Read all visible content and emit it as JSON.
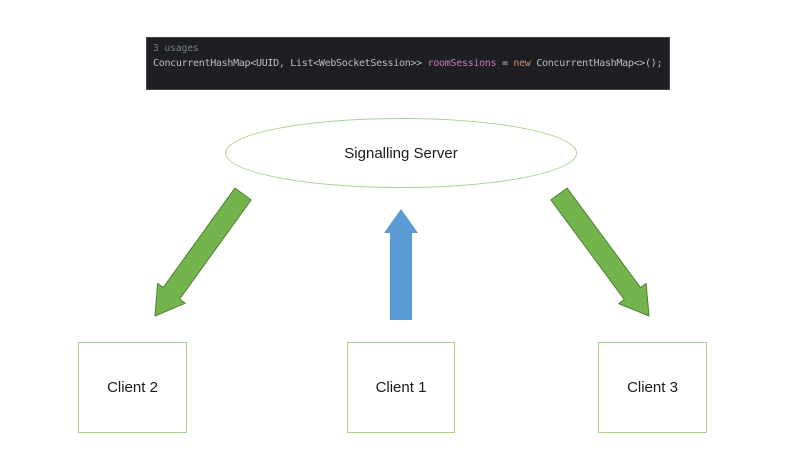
{
  "code_snippet": {
    "usages_label": "3 usages",
    "part1": "ConcurrentHashMap<UUID, List<WebSocketSession>> ",
    "field": "roomSessions",
    "part2": " = ",
    "keyword": "new",
    "part3": " ConcurrentHashMap<>();",
    "colors": {
      "background": "#1e1f22",
      "default_text": "#bcbec4",
      "field_text": "#c77dbb",
      "keyword_text": "#cf8e6d",
      "usages_text": "#787d87"
    }
  },
  "diagram": {
    "server": {
      "label": "Signalling Server",
      "shape": "ellipse"
    },
    "clients": [
      {
        "label": "Client 2"
      },
      {
        "label": "Client 1"
      },
      {
        "label": "Client 3"
      }
    ],
    "arrows": [
      {
        "name": "server-to-client2",
        "direction": "down-left",
        "color": "#74b44c"
      },
      {
        "name": "client1-to-server",
        "direction": "up",
        "color": "#5b9bd5"
      },
      {
        "name": "server-to-client3",
        "direction": "down-right",
        "color": "#74b44c"
      }
    ],
    "colors": {
      "shape_border_green": "#a9d18e",
      "arrow_green_fill": "#74b44c",
      "arrow_green_outline": "#507e32",
      "arrow_blue_fill": "#5b9bd5",
      "text": "#1a1a1a",
      "page_background": "#ffffff"
    }
  }
}
